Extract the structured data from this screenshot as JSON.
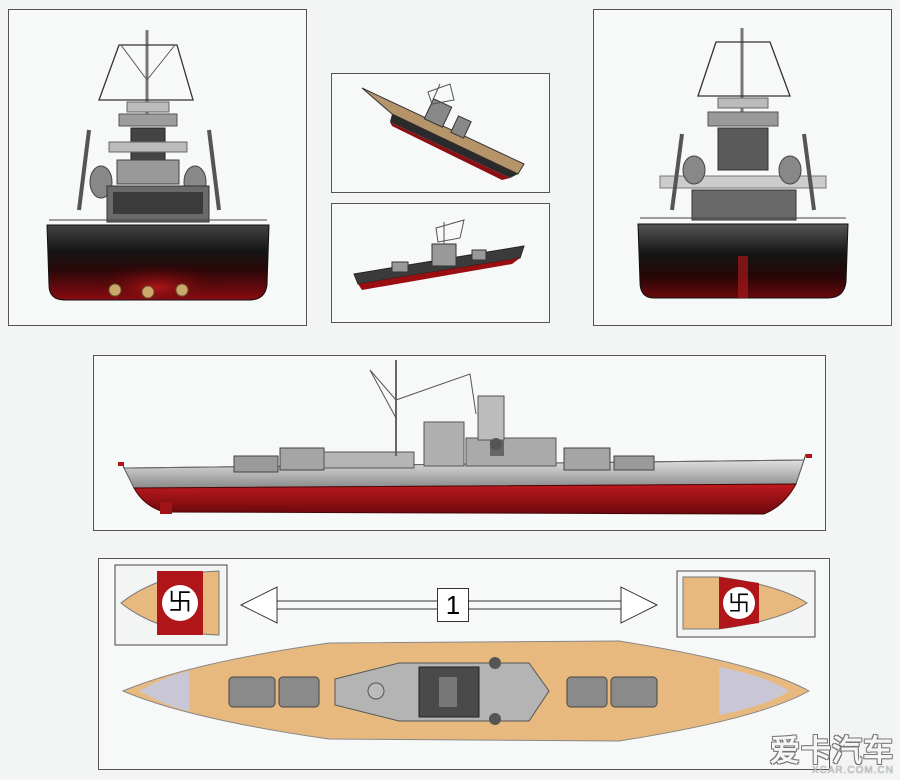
{
  "scale_marker": {
    "label": "1"
  },
  "watermark": {
    "logo_text": "爱卡汽车",
    "url_text": "XCAR.COM.CN"
  },
  "colors": {
    "hull_black": "#1b1b1b",
    "hull_red": "#9c0f12",
    "superstructure_grey": "#a8a8a8",
    "deck_tan": "#e8b97f",
    "flag_red": "#b0151a"
  },
  "icons": {
    "ensign": "swastika-in-white-disc"
  }
}
